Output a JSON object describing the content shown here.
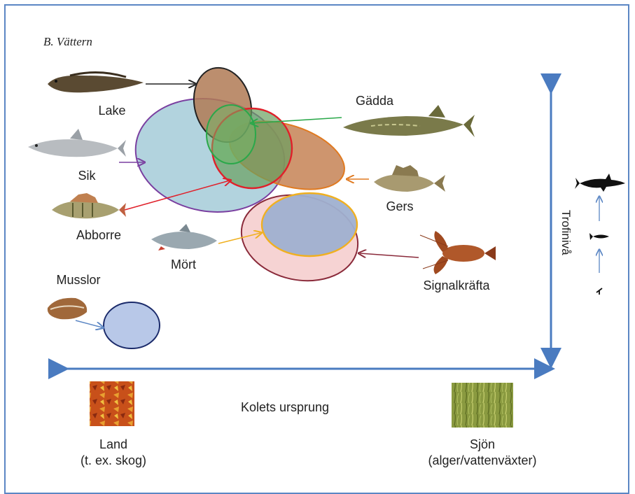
{
  "panel_title": "B.   Vättern",
  "species": {
    "lake": "Lake",
    "sik": "Sik",
    "abborre": "Abborre",
    "mort": "Mört",
    "musslor": "Musslor",
    "gadda": "Gädda",
    "gers": "Gers",
    "signalkrafta": "Signalkräfta"
  },
  "axes": {
    "x_label": "Kolets ursprung",
    "y_label": "Trofinivå",
    "left_end_name": "Land",
    "left_end_example": "(t. ex. skog)",
    "right_end_name": "Sjön",
    "right_end_example": "(alger/vattenväxter)"
  },
  "colors": {
    "frame": "#5b86c4",
    "axis": "#4a7bc0",
    "lake": "#222222",
    "sik": "#7a3fa0",
    "abborre": "#e0202a",
    "mort": "#f0b020",
    "gadda": "#2aa84a",
    "gers": "#e07a20",
    "signalkrafta": "#8a2a3a",
    "musslor": "#1a2a6a"
  },
  "icons": [
    "burbot-fish-icon",
    "whitefish-fish-icon",
    "perch-fish-icon",
    "roach-fish-icon",
    "mussel-icon",
    "pike-fish-icon",
    "ruffe-fish-icon",
    "crayfish-icon",
    "shark-icon",
    "small-fish-icon",
    "plankton-icon",
    "autumn-leaves-image",
    "algae-image"
  ]
}
